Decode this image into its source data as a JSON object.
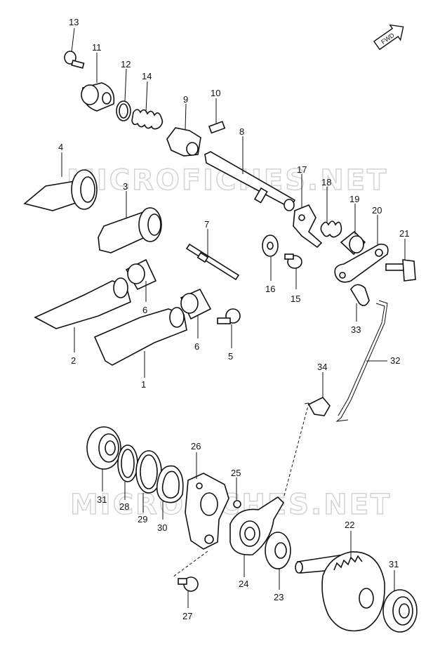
{
  "watermark": "MICROFICHES.NET",
  "fwd_label": "FWD",
  "labels": {
    "p1": "1",
    "p2": "2",
    "p3": "3",
    "p4": "4",
    "p5": "5",
    "p6a": "6",
    "p6b": "6",
    "p7": "7",
    "p8": "8",
    "p9": "9",
    "p10": "10",
    "p11": "11",
    "p12": "12",
    "p13": "13",
    "p14": "14",
    "p15": "15",
    "p16": "16",
    "p17": "17",
    "p18": "18",
    "p19": "19",
    "p20": "20",
    "p21": "21",
    "p22": "22",
    "p23": "23",
    "p24": "24",
    "p25": "25",
    "p26": "26",
    "p27": "27",
    "p28": "28",
    "p29": "29",
    "p30": "30",
    "p31a": "31",
    "p31b": "31",
    "p32": "32",
    "p33": "33",
    "p34": "34"
  }
}
